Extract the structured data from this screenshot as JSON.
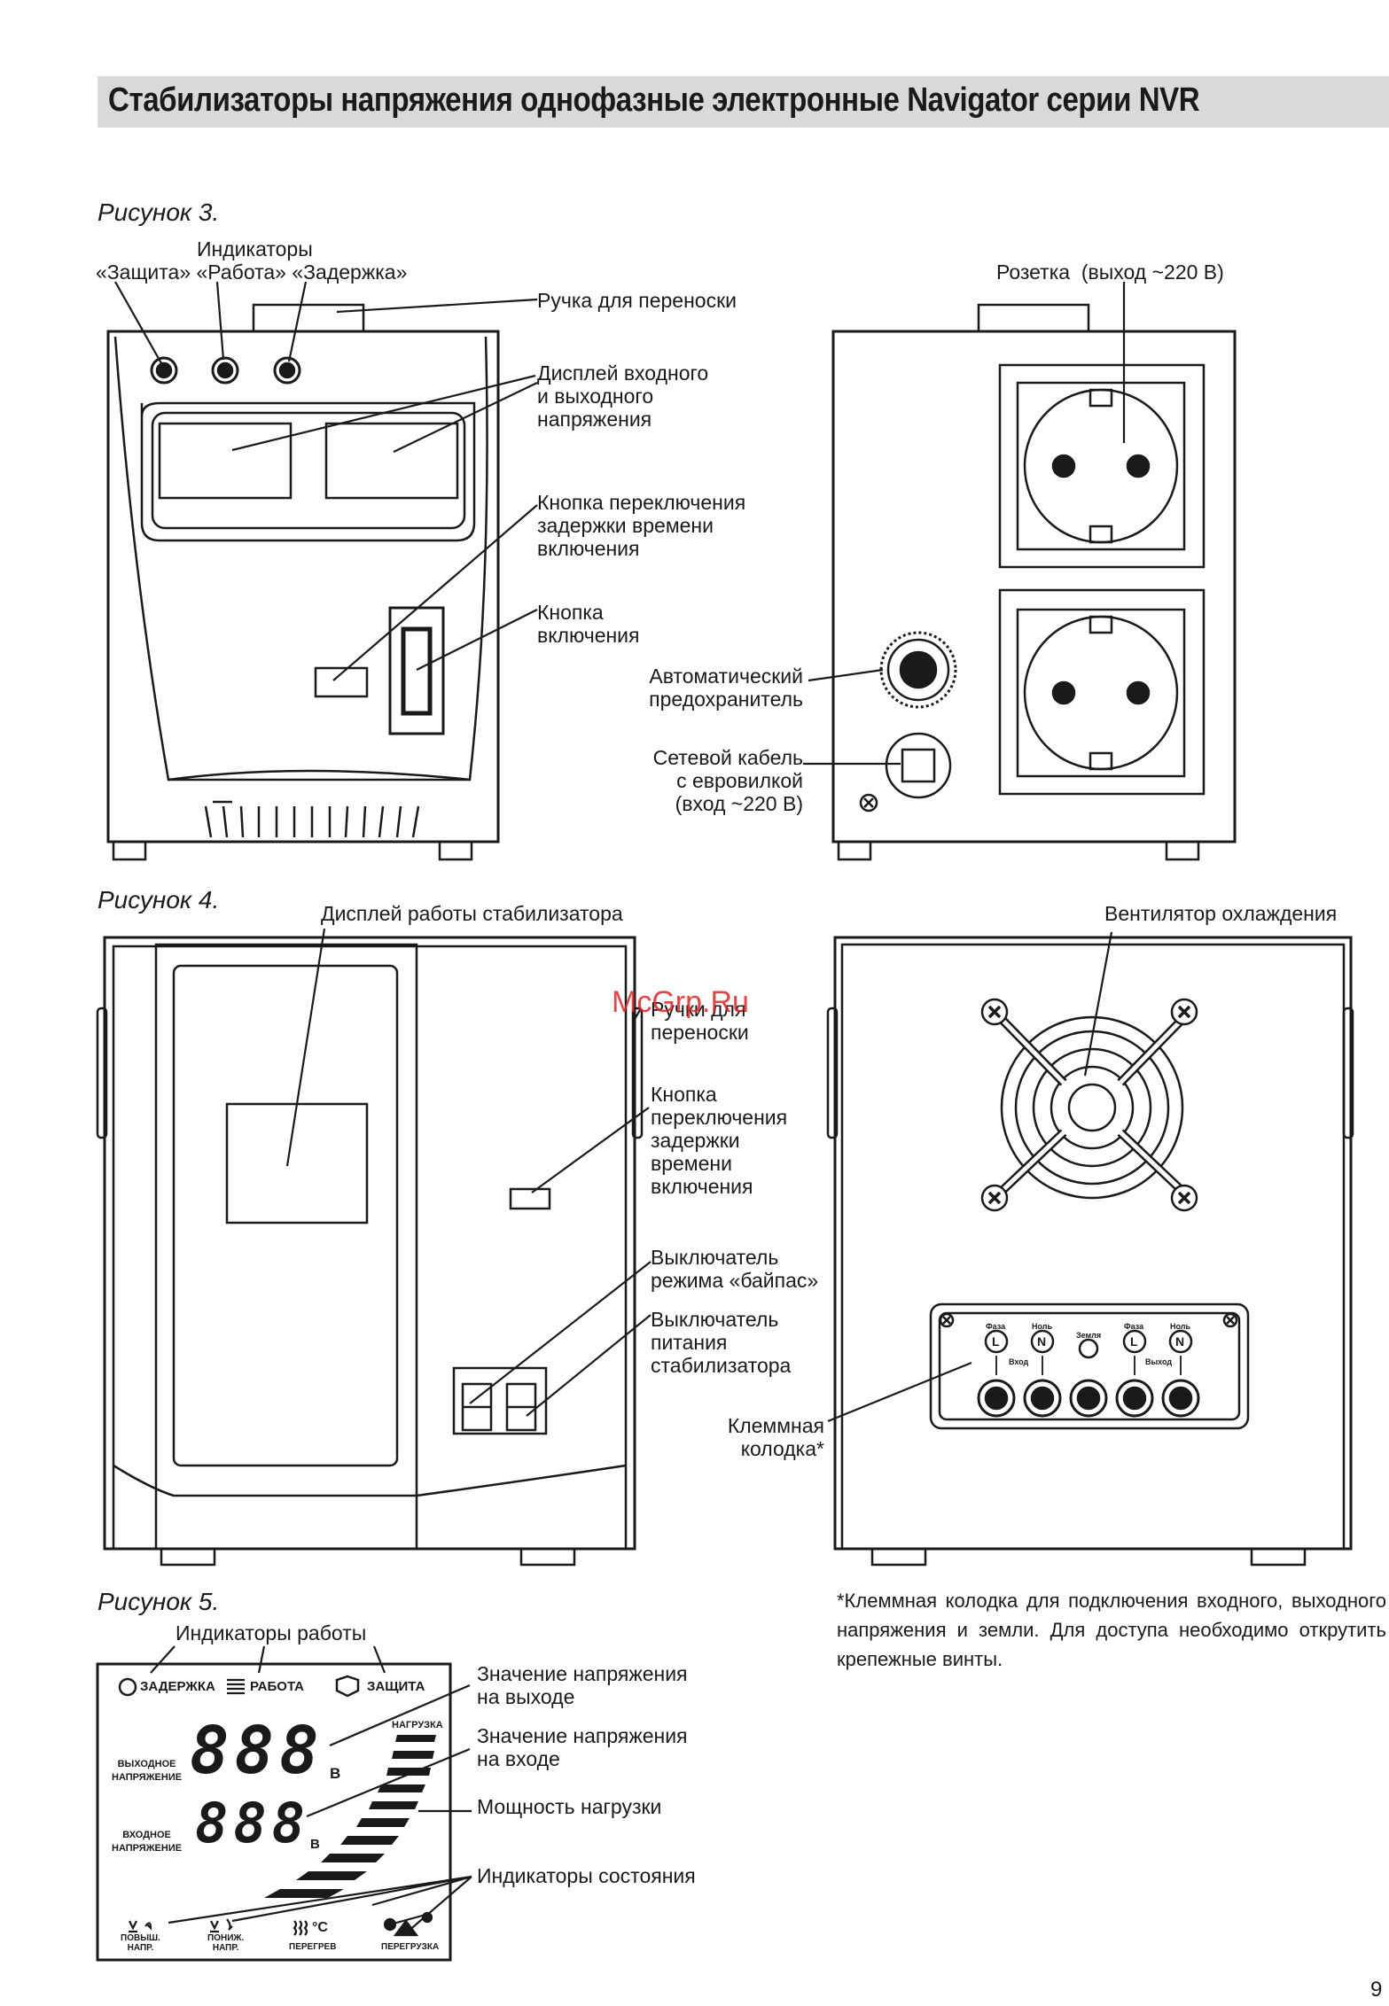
{
  "header": {
    "title": "Стабилизаторы напряжения однофазные электронные Navigator серии NVR"
  },
  "figures": {
    "fig3": {
      "label": "Рисунок 3.",
      "indicators_title": "Индикаторы",
      "indicators_names": "«Защита» «Работа» «Задержка»",
      "handle": "Ручка для переноски",
      "display": "Дисплей входного\nи выходного\nнапряжения",
      "delay_button": "Кнопка переключения\nзадержки времени\nвключения",
      "power_button": "Кнопка\nвключения",
      "socket": "Розетка  (выход ~220 В)",
      "fuse": "Автоматический\nпредохранитель",
      "cable": "Сетевой кабель\nс евровилкой\n(вход ~220 В)"
    },
    "fig4": {
      "label": "Рисунок 4.",
      "display": "Дисплей работы стабилизатора",
      "handles": "Ручки для\nпереноски",
      "delay_button": "Кнопка\nпереключения\nзадержки\nвремени\nвключения",
      "bypass": "Выключатель\nрежима «байпас»",
      "power_switch": "Выключатель\nпитания\nстабилизатора",
      "fan": "Вентилятор охлаждения",
      "terminal": "Клеммная\nколодка*",
      "terminal_labels": {
        "phase": "Фаза",
        "neutral": "Ноль",
        "ground": "Земля",
        "input": "Вход",
        "output": "Выход",
        "L": "L",
        "N": "N"
      }
    },
    "fig5": {
      "label": "Рисунок 5.",
      "work_indicators": "Индикаторы работы",
      "out_value": "Значение напряжения\nна выходе",
      "in_value": "Значение напряжения\nна входе",
      "load_power": "Мощность нагрузки",
      "status_indicators": "Индикаторы состояния",
      "lcd": {
        "delay": "ЗАДЕРЖКА",
        "work": "РАБОТА",
        "protect": "ЗАЩИТА",
        "load": "НАГРУЗКА",
        "out_voltage": "ВЫХОДНОЕ\nНАПРЯЖЕНИЕ",
        "in_voltage": "ВХОДНОЕ\nНАПРЯЖЕНИЕ",
        "digits": "888",
        "unit": "В",
        "high": "ПОВЫШ.\nНАПР.",
        "low": "ПОНИЖ.\nНАПР.",
        "overheat": "ПЕРЕГРЕВ",
        "overload": "ПЕРЕГРУЗКА",
        "celsius": "°C"
      }
    }
  },
  "note": "*Клеммная колодка для подключения входного, выходного напряжения и земли. Для доступа необходимо открутить крепежные винты.",
  "page_number": "9",
  "watermark": "McGrp.Ru"
}
